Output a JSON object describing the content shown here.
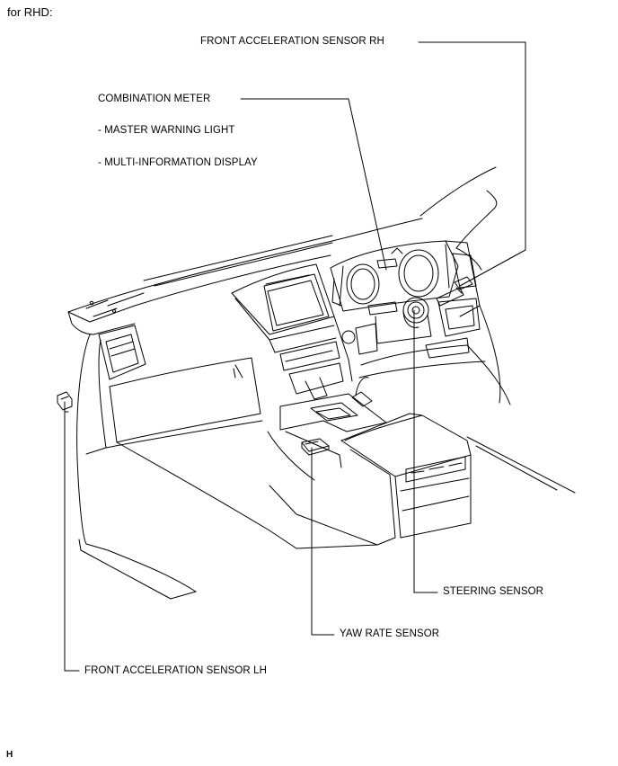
{
  "header": {
    "variant": "for RHD:"
  },
  "labels": {
    "front_accel_rh": "FRONT ACCELERATION SENSOR RH",
    "combination_meter": "COMBINATION METER",
    "master_warning_light": "- MASTER WARNING LIGHT",
    "multi_info_display": "- MULTI-INFORMATION DISPLAY",
    "steering_sensor": "STEERING SENSOR",
    "yaw_rate_sensor": "YAW RATE SENSOR",
    "front_accel_lh": "FRONT ACCELERATION SENSOR LH"
  },
  "footer": {
    "code": "H"
  },
  "colors": {
    "line": "#000000",
    "background": "#ffffff"
  }
}
